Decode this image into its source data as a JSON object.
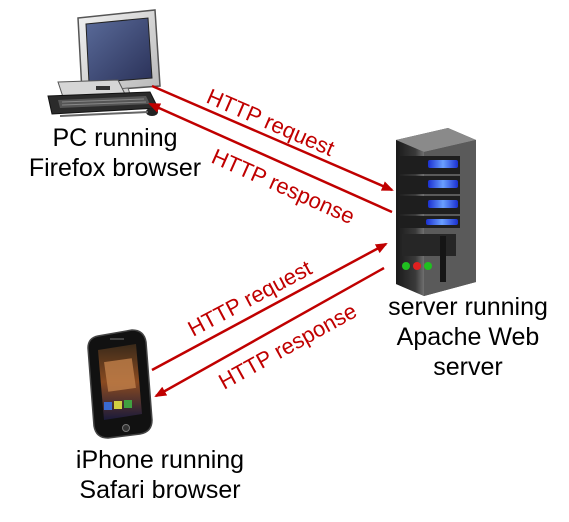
{
  "colors": {
    "arrow": "#c00000",
    "text": "#000000"
  },
  "icons": {
    "pc": "desktop-computer-icon",
    "server": "server-tower-icon",
    "phone": "iphone-icon"
  },
  "nodes": {
    "pc": {
      "line1": "PC running",
      "line2": "Firefox browser"
    },
    "server": {
      "line1": "server running",
      "line2": "Apache Web",
      "line3": "server"
    },
    "iphone": {
      "line1": "iPhone running",
      "line2": "Safari browser"
    }
  },
  "arrows": {
    "pc_request": "HTTP request",
    "pc_response": "HTTP response",
    "iphone_request": "HTTP request",
    "iphone_response": "HTTP response"
  }
}
